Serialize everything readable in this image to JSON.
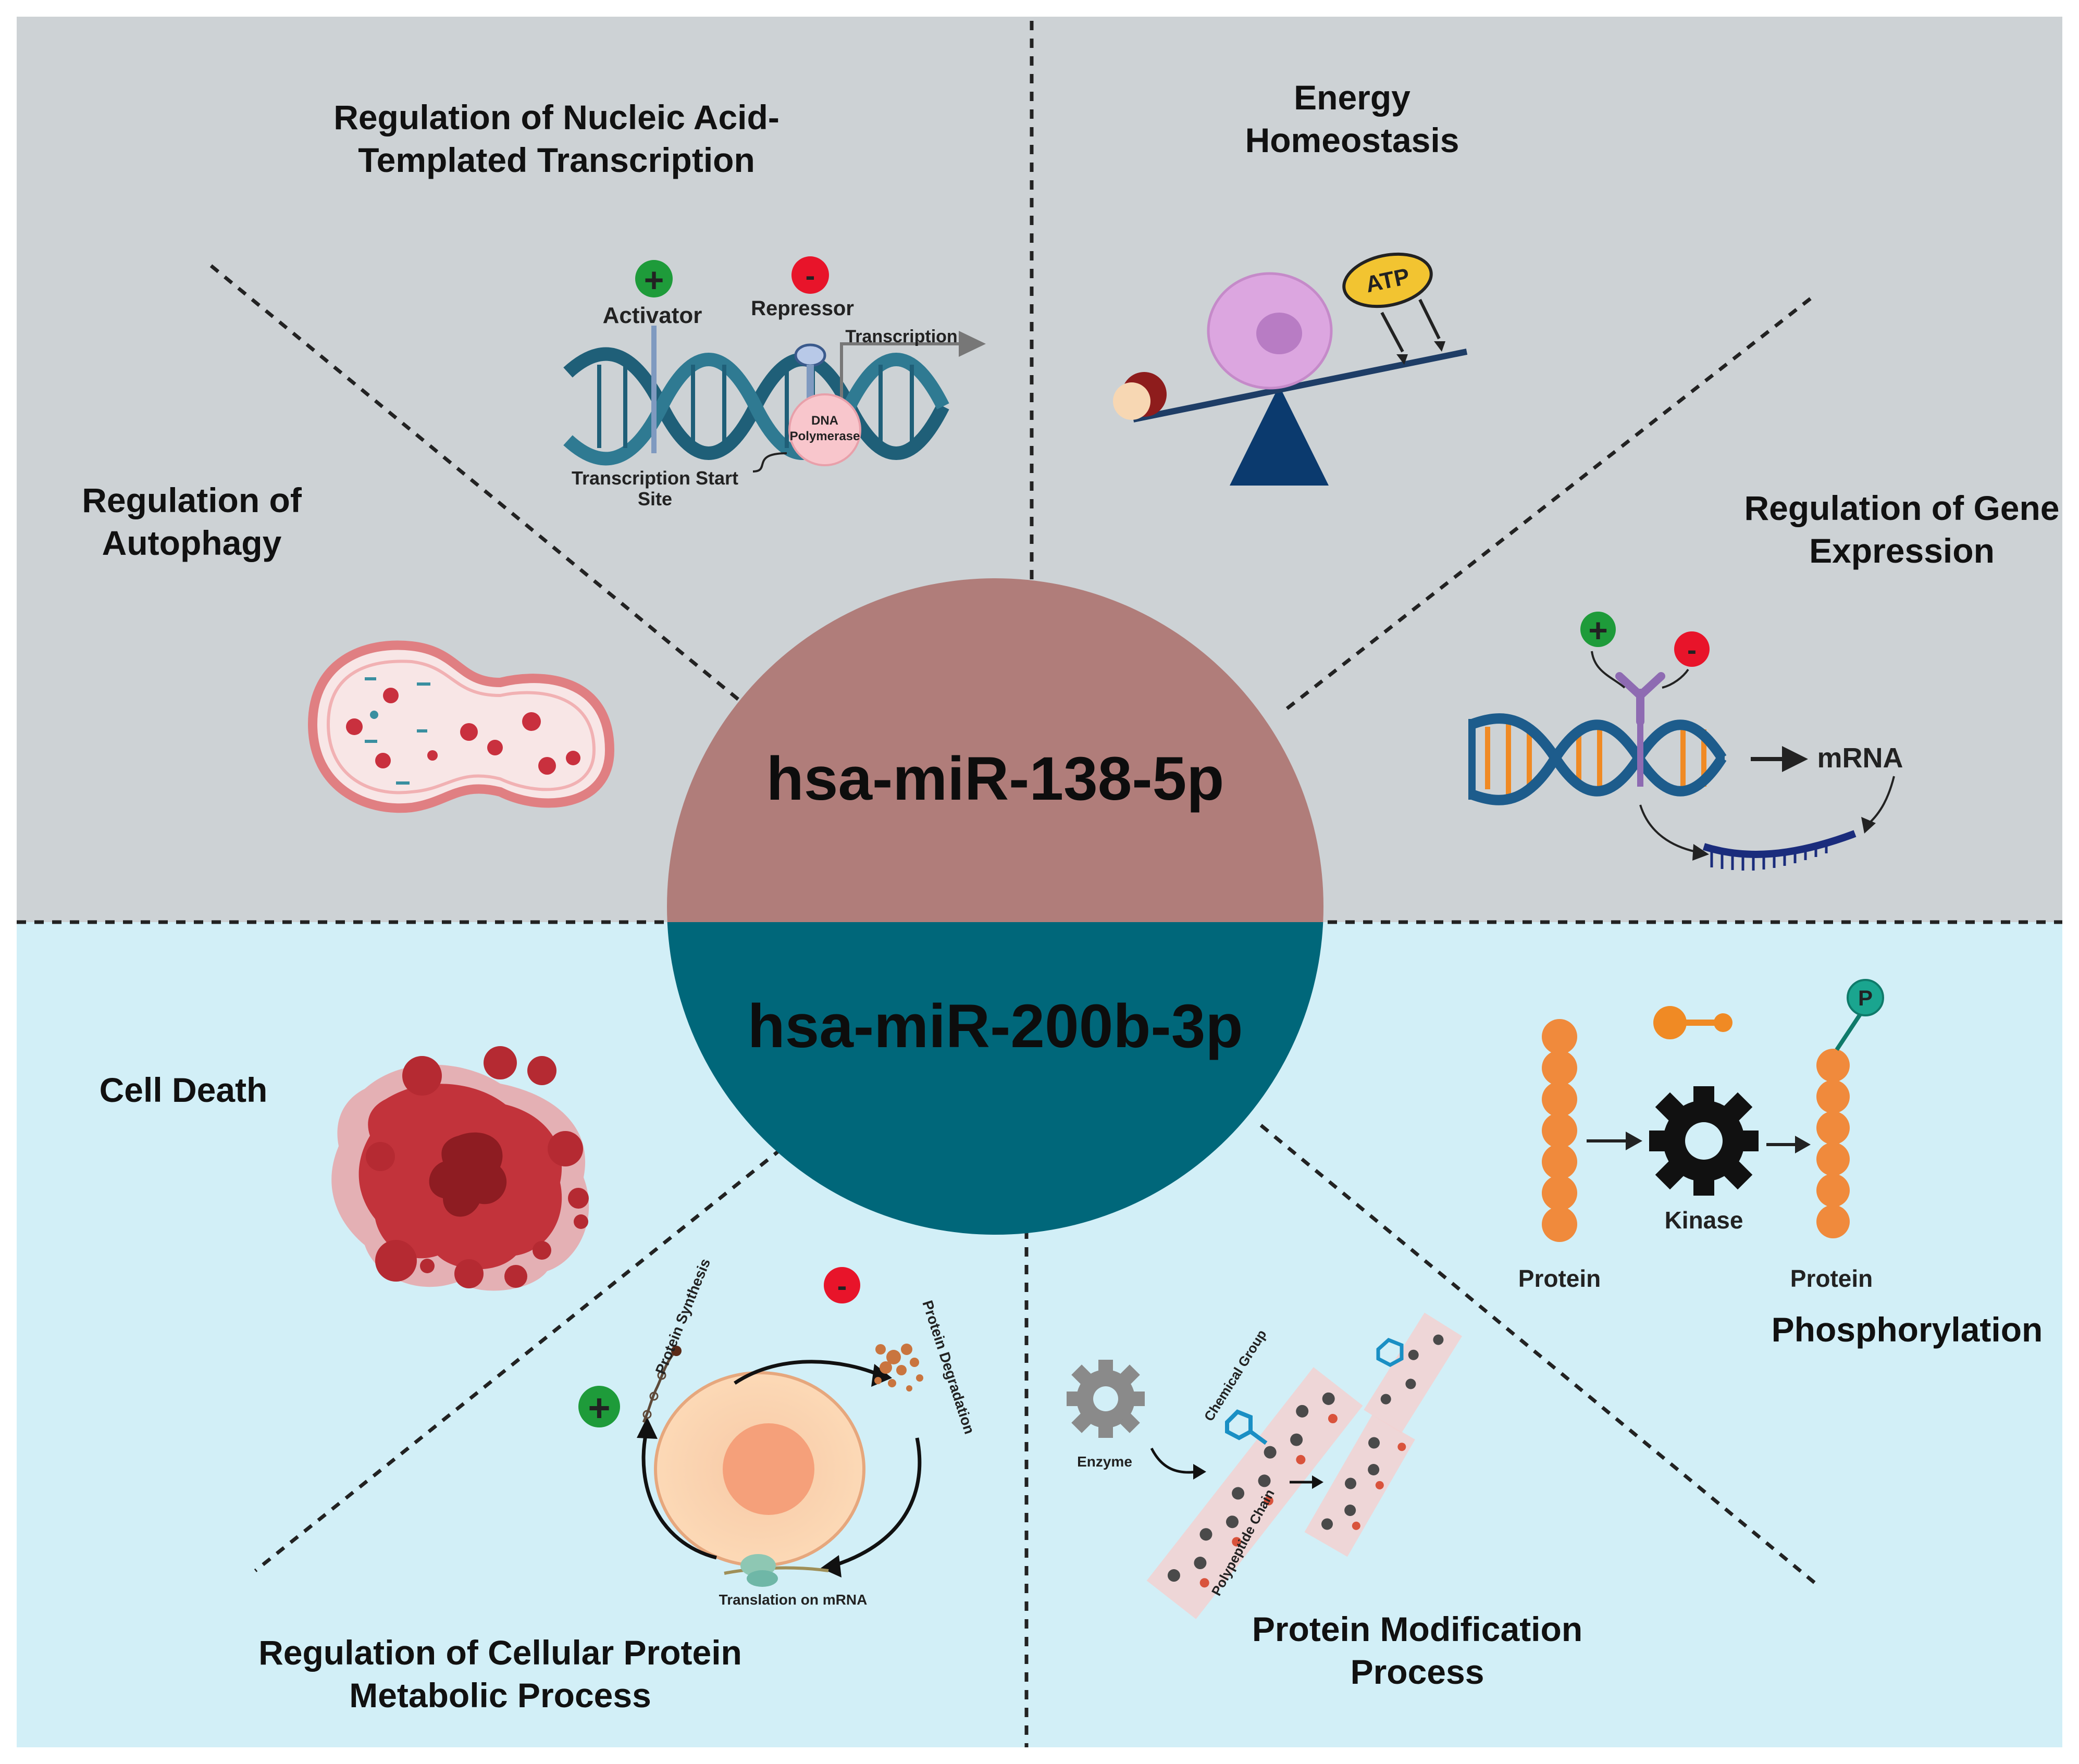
{
  "center": {
    "top_label": "hsa-miR-138-5p",
    "bottom_label": "hsa-miR-200b-3p",
    "top_color": "#b07d7a",
    "bottom_color": "#00677a"
  },
  "panels": {
    "top_background": "#cdd2d5",
    "bottom_background": "#d2eff7"
  },
  "sections": {
    "transcription": {
      "title_line1": "Regulation of Nucleic Acid-",
      "title_line2": "Templated Transcription",
      "activator": "Activator",
      "repressor": "Repressor",
      "transcription": "Transcription",
      "dna_line1": "DNA",
      "dna_line2": "Polymerase",
      "start_line1": "Transcription Start",
      "start_line2": "Site",
      "plus_sign": "+",
      "minus_sign": "-"
    },
    "energy": {
      "title_line1": "Energy",
      "title_line2": "Homeostasis",
      "atp": "ATP"
    },
    "autophagy": {
      "title_line1": "Regulation of",
      "title_line2": "Autophagy"
    },
    "gene_expression": {
      "title_line1": "Regulation of Gene",
      "title_line2": "Expression",
      "mrna": "mRNA",
      "plus_sign": "+",
      "minus_sign": "-"
    },
    "cell_death": {
      "title": "Cell Death"
    },
    "phosphorylation": {
      "title": "Phosphorylation",
      "protein_left": "Protein",
      "protein_right": "Protein",
      "kinase": "Kinase",
      "p_badge": "P"
    },
    "protein_metabolic": {
      "title_line1": "Regulation of Cellular Protein",
      "title_line2": "Metabolic Process",
      "synthesis": "Protein Synthesis",
      "degradation": "Protein Degradation",
      "translation": "Translation on mRNA",
      "plus_sign": "+",
      "minus_sign": "-"
    },
    "protein_modification": {
      "title_line1": "Protein Modification",
      "title_line2": "Process",
      "enzyme": "Enzyme",
      "chemical_group": "Chemical Group",
      "polypeptide_chain": "Polypeptide Chain"
    }
  }
}
